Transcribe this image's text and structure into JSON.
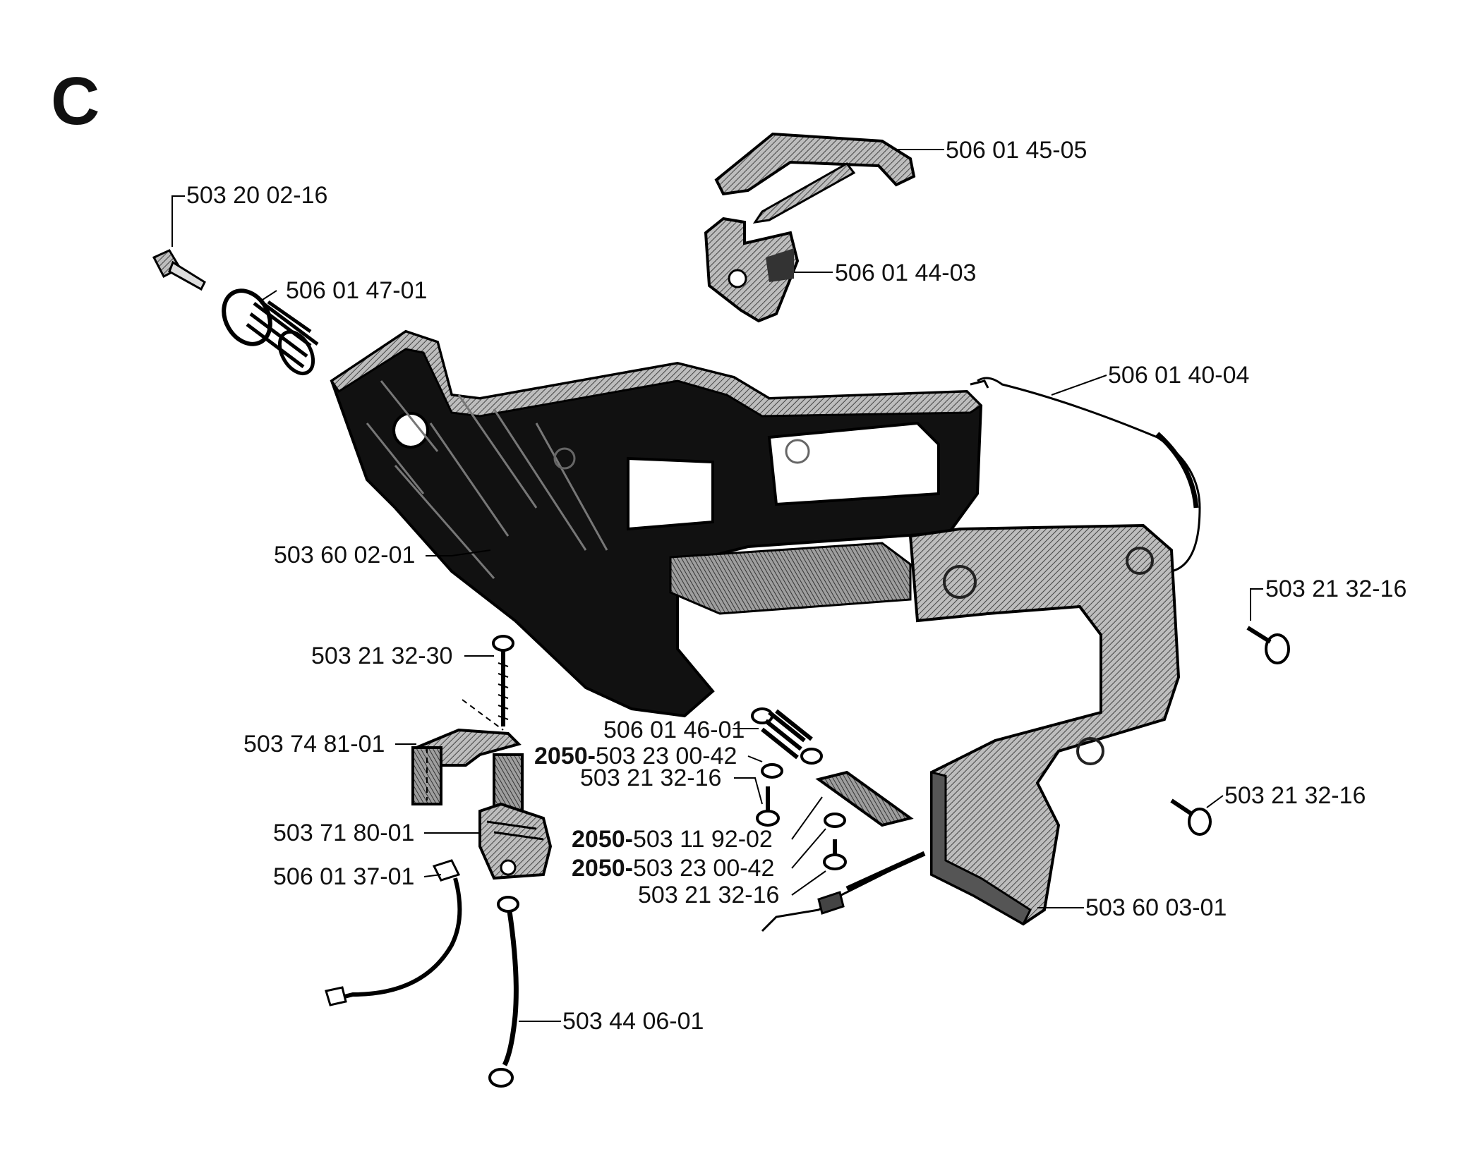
{
  "section": "C",
  "parts": [
    {
      "id": "screw_top_left",
      "number": "503 20 02-16",
      "prefix": ""
    },
    {
      "id": "spring_top_left",
      "number": "506 01 47-01",
      "prefix": ""
    },
    {
      "id": "throttle_lever",
      "number": "506 01 45-05",
      "prefix": ""
    },
    {
      "id": "throttle_lockout",
      "number": "506 01 44-03",
      "prefix": ""
    },
    {
      "id": "throttle_cable",
      "number": "506 01 40-04",
      "prefix": ""
    },
    {
      "id": "rear_handle_left",
      "number": "503 60 02-01",
      "prefix": ""
    },
    {
      "id": "screw_right_upper",
      "number": "503 21 32-16",
      "prefix": ""
    },
    {
      "id": "long_screw",
      "number": "503 21 32-30",
      "prefix": ""
    },
    {
      "id": "bracket",
      "number": "503 74 81-01",
      "prefix": ""
    },
    {
      "id": "spring_center",
      "number": "506 01 46-01",
      "prefix": ""
    },
    {
      "id": "washer_center_1",
      "number": "503 23 00-42",
      "prefix": "2050-"
    },
    {
      "id": "screw_center_1",
      "number": "503 21 32-16",
      "prefix": ""
    },
    {
      "id": "screw_right_lower",
      "number": "503 21 32-16",
      "prefix": ""
    },
    {
      "id": "stop_switch",
      "number": "503 71 80-01",
      "prefix": ""
    },
    {
      "id": "terminal",
      "number": "506 01 37-01",
      "prefix": ""
    },
    {
      "id": "plate",
      "number": "503 11 92-02",
      "prefix": "2050-"
    },
    {
      "id": "washer_center_2",
      "number": "503 23 00-42",
      "prefix": "2050-"
    },
    {
      "id": "screw_center_2",
      "number": "503 21 32-16",
      "prefix": ""
    },
    {
      "id": "rear_handle_right",
      "number": "503 60 03-01",
      "prefix": ""
    },
    {
      "id": "ground_wire",
      "number": "503 44 06-01",
      "prefix": ""
    }
  ]
}
